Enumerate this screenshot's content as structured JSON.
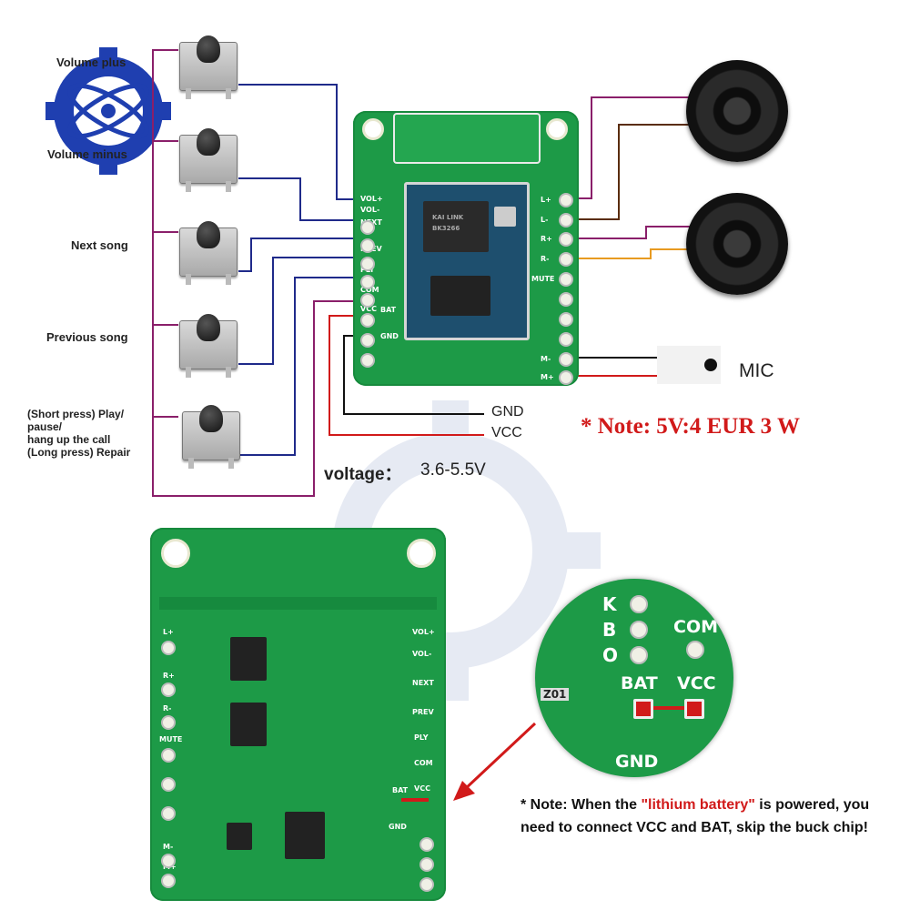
{
  "buttons": [
    {
      "label": "Volume plus"
    },
    {
      "label": "Volume minus"
    },
    {
      "label": "Next song"
    },
    {
      "label": "Previous song"
    },
    {
      "label": "(Short press) Play/\npause/\nhang up the call\n(Long press) Repair"
    }
  ],
  "board_pins_left": [
    "VOL+",
    "VOL-",
    "NEXT",
    "PREV",
    "PLY",
    "COM",
    "VCC",
    "BAT",
    "GND"
  ],
  "board_pins_right": [
    "L+",
    "L-",
    "R+",
    "R-",
    "MUTE",
    "M-",
    "M+"
  ],
  "module_text": [
    "KAI LINK",
    "BK3266"
  ],
  "power": {
    "gnd_label": "GND",
    "vcc_label": "VCC",
    "voltage_label": "voltage：",
    "voltage_value": "3.6-5.5V"
  },
  "mic_label": "MIC",
  "note_top": "* Note: 5V:4 EUR 3 W",
  "zoom_labels": {
    "k": "K",
    "b": "B",
    "o": "O",
    "com": "COM",
    "bat": "BAT",
    "vcc": "VCC",
    "gnd": "GND",
    "chip": "Z01"
  },
  "note_bottom": {
    "prefix": "* Note: When the ",
    "highlight": "\"lithium battery\"",
    "suffix": " is powered, you need to connect VCC and BAT, skip the buck chip!"
  },
  "colors": {
    "pcb": "#1d9a47",
    "wire_blue": "#1f2a8a",
    "wire_purple": "#8a1f6a",
    "wire_brown": "#5a2d0c",
    "wire_red": "#d11a1a",
    "wire_orange": "#e89a20",
    "note_red": "#d11a1a"
  }
}
